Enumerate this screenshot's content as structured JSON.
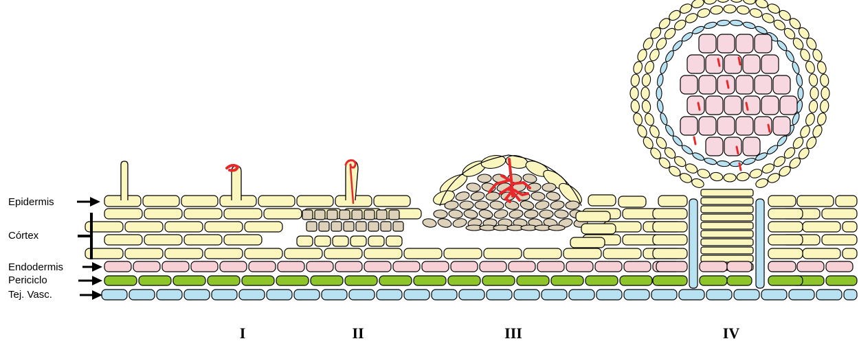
{
  "layers": {
    "epidermis": "Epidermis",
    "cortex": "Córtex",
    "endodermis": "Endodermis",
    "pericycle": "Periciclo",
    "vascular": "Tej. Vasc."
  },
  "stages": [
    "I",
    "II",
    "III",
    "IV"
  ],
  "colors": {
    "epidermis": "#fbf6be",
    "cortex": "#fbf6be",
    "endodermis": "#f7d0d6",
    "pericycle": "#8dc52b",
    "vascular": "#b8e2f2",
    "infection": "#e8292b",
    "dividing_cells": "#ddd1ba",
    "nodule_interior": "#f7d7e0",
    "outline": "#000000"
  }
}
